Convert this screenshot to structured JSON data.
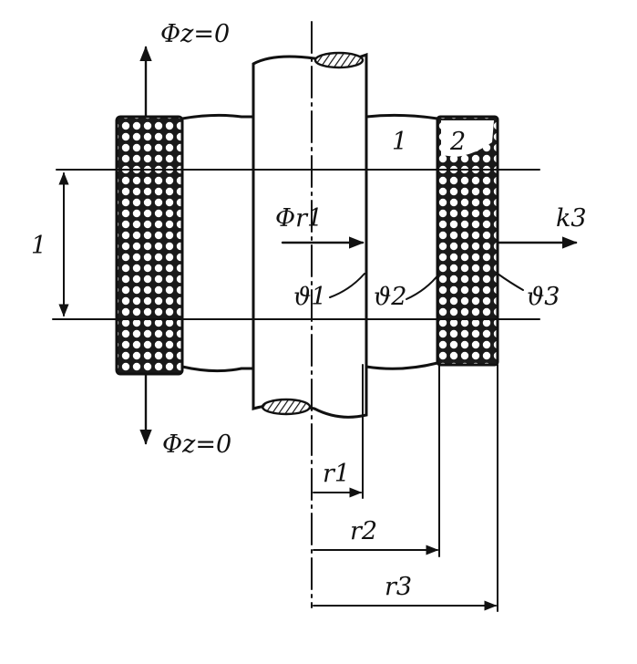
{
  "labels": {
    "flux_top": "Φz=0",
    "flux_bottom": "Φz=0",
    "flux_radial": "Φr1",
    "region_1": "1",
    "region_2": "2",
    "unit_length": "1",
    "k3": "k3",
    "theta1": "ϑ1",
    "theta2": "ϑ2",
    "theta3": "ϑ3",
    "r1": "r1",
    "r2": "r2",
    "r3": "r3"
  },
  "colors": {
    "ink": "#111111",
    "paper": "#ffffff"
  }
}
